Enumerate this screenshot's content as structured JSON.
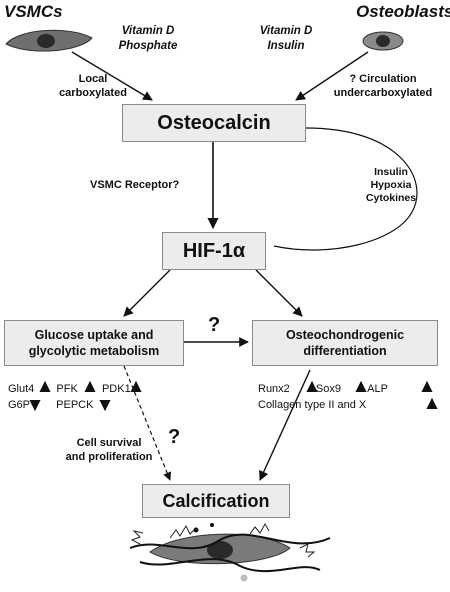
{
  "top": {
    "vsmcs": "VSMCs",
    "osteoblasts": "Osteoblasts",
    "vsmc_factors": [
      "Vitamin D",
      "Phosphate"
    ],
    "osteo_factors": [
      "Vitamin D",
      "Insulin"
    ],
    "local_label": [
      "Local",
      "carboxylated"
    ],
    "circulation_label": [
      "? Circulation",
      "undercarboxylated"
    ]
  },
  "boxes": {
    "osteocalcin": "Osteocalcin",
    "hif": "HIF-1α",
    "glucose": [
      "Glucose uptake and",
      "glycolytic metabolism"
    ],
    "osteochondro": [
      "Osteochondrogenic",
      "differentiation"
    ],
    "calcification": "Calcification"
  },
  "labels": {
    "receptor": "VSMC Receptor?",
    "feedback": [
      "Insulin",
      "Hypoxia",
      "Cytokines"
    ],
    "between_question": "?",
    "survival": [
      "Cell survival",
      "and proliferation"
    ],
    "survival_question": "?"
  },
  "glucose_markers": {
    "row1": [
      "Glut4",
      "PFK",
      "PDK1"
    ],
    "row2": [
      "G6P",
      "PEPCK"
    ]
  },
  "osteo_markers": {
    "row1": [
      "Runx2",
      "Sox9",
      "ALP"
    ],
    "row2": "Collagen type II and X"
  }
}
